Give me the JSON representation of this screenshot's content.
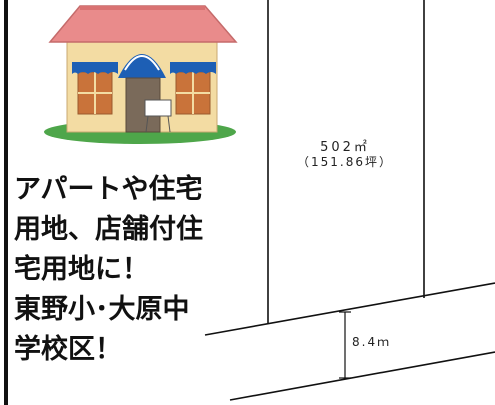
{
  "plot": {
    "area_sqm": "502㎡",
    "area_tsubo": "（151.86坪）",
    "road_width": "8.4ｍ"
  },
  "promo": {
    "line1": "アパートや住宅",
    "line2": "用地、店舗付住",
    "line3": "宅用地に！",
    "line4": "東野小･大原中",
    "line5": "学校区！"
  },
  "colors": {
    "roof": "#e98b8b",
    "wall": "#f3dca3",
    "awning": "#1d5fb5",
    "window": "#c9733a",
    "grass": "#4ea64a"
  },
  "icons": {
    "house": "house-illustration-icon"
  }
}
